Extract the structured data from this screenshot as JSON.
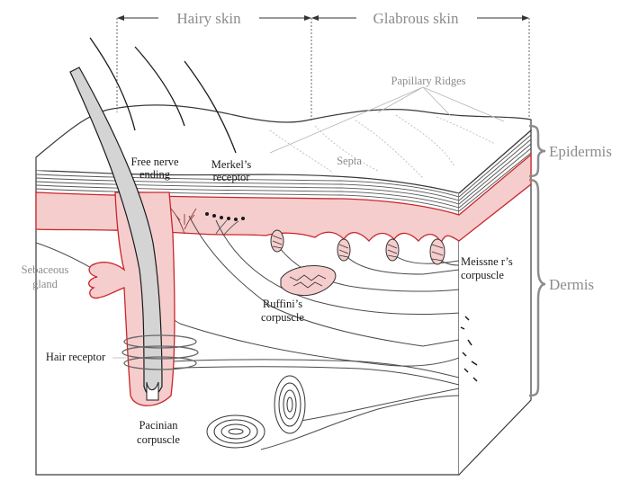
{
  "regions": {
    "hairy_skin": "Hairy skin",
    "glabrous_skin": "Glabrous skin"
  },
  "layers": {
    "epidermis": "Epidermis",
    "dermis": "Dermis"
  },
  "labels": {
    "papillary_ridges": "Papillary Ridges",
    "septa": "Septa",
    "free_nerve_ending_1": "Free nerve",
    "free_nerve_ending_2": "ending",
    "merkel_1": "Merkel’s",
    "merkel_2": "receptor",
    "sebaceous_1": "Sebaceous",
    "sebaceous_2": "gland",
    "meissner_1": "Meissne r’s",
    "meissner_2": "corpuscle",
    "ruffini_1": "Ruffini’s",
    "ruffini_2": "corpuscle",
    "hair_receptor": "Hair receptor",
    "pacinian_1": "Pacinian",
    "pacinian_2": "corpuscle"
  },
  "colors": {
    "dermal_pink": "#f6cdcd",
    "dermal_edge": "#c9262b",
    "hair_gray": "#d4d4d4",
    "line": "#3a3a3a",
    "label_gray": "#8c8c8c"
  }
}
